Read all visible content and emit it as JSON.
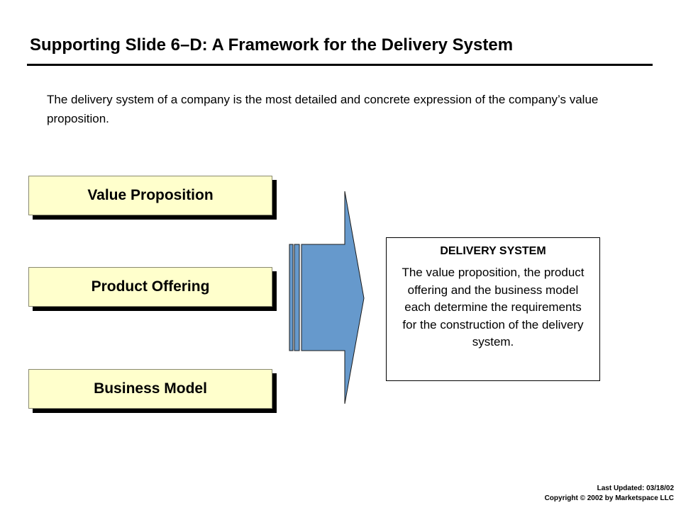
{
  "slide": {
    "title": "Supporting Slide 6–D: A Framework for the Delivery System",
    "intro": "The delivery system of a company is the most detailed and concrete expression of the company’s value proposition."
  },
  "inputs": [
    {
      "label": "Value Proposition"
    },
    {
      "label": "Product Offering"
    },
    {
      "label": "Business Model"
    }
  ],
  "delivery_system": {
    "heading": "DELIVERY SYSTEM",
    "body": "The value proposition, the product offering and the business model each determine the requirements for the construction of the delivery system."
  },
  "footer": {
    "updated": "Last Updated: 03/18/02",
    "copyright": "Copyright © 2002 by Marketspace LLC"
  },
  "colors": {
    "box_fill": "#ffffcc",
    "arrow_fill": "#6699cc",
    "text": "#000000"
  }
}
